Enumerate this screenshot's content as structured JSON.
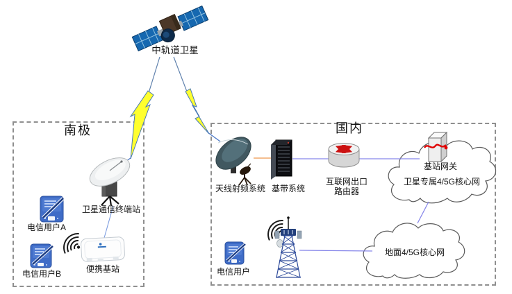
{
  "diagram": {
    "satellite": {
      "label": "中轨道卫星"
    },
    "south_region": {
      "title": "南极",
      "terminal_station": "卫星通信终端站",
      "user_a": "电信用户A",
      "user_b": "电信用户B",
      "portable_base_station": "便携基站"
    },
    "domestic_region": {
      "title": "国内",
      "antenna_rf": "天线射频系统",
      "baseband": "基带系统",
      "internet_router_line1": "互联网出口",
      "internet_router_line2": "路由器",
      "gateway": "基站网关",
      "satellite_core": "卫星专属4/5G核心网",
      "telecom_user": "电信用户",
      "ground_core": "地面4/5G核心网"
    },
    "colors": {
      "lightning_yellow": "#ffff2e",
      "link_blue": "#8888ea",
      "link_orange": "#f0a96a",
      "phone_blue": "#3f6cc7",
      "solar_panel_blue": "#1668b0",
      "tower_blue": "#2d4a9a",
      "cloud_stroke": "#5a5a5a",
      "box_border": "#8f8f8f"
    }
  }
}
